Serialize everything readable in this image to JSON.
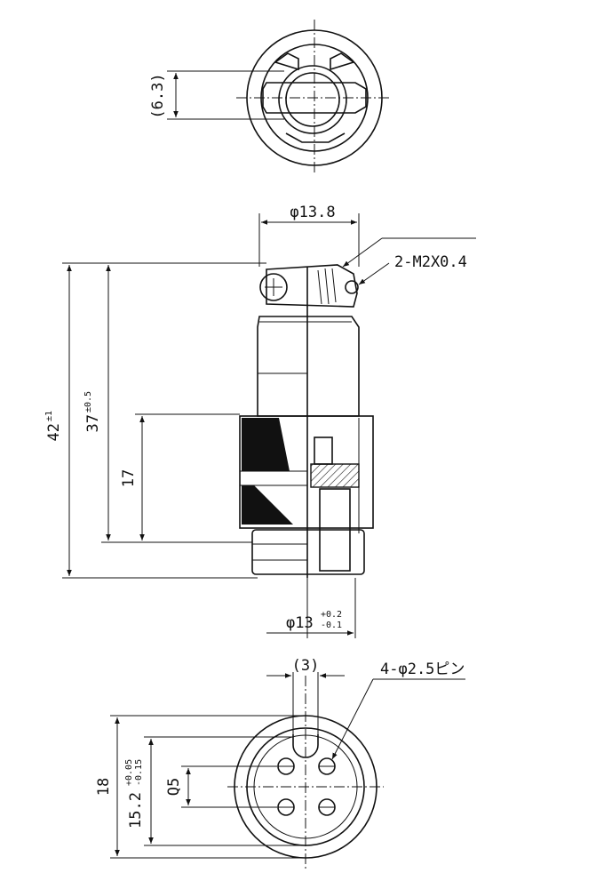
{
  "top_view": {
    "dim_label": "(6.3)"
  },
  "side_view": {
    "dia_top_label": "φ13.8",
    "thread_label": "2-M2X0.4",
    "total_length_label": "42",
    "total_length_tol": "±1",
    "body_length_label": "37",
    "body_length_tol": "±0.5",
    "grip_length_label": "17",
    "dia_bottom_label": "φ13",
    "dia_bottom_tol_upper": "+0.2",
    "dia_bottom_tol_lower": "-0.1"
  },
  "bottom_view": {
    "key_width_label": "(3)",
    "pins_label": "4-φ2.5ピン",
    "outer_dia_label": "18",
    "inner_dia_label": "15.2",
    "inner_tol_upper": "+0.05",
    "inner_tol_lower": "-0.15",
    "pin_pitch_label": "Q5"
  }
}
